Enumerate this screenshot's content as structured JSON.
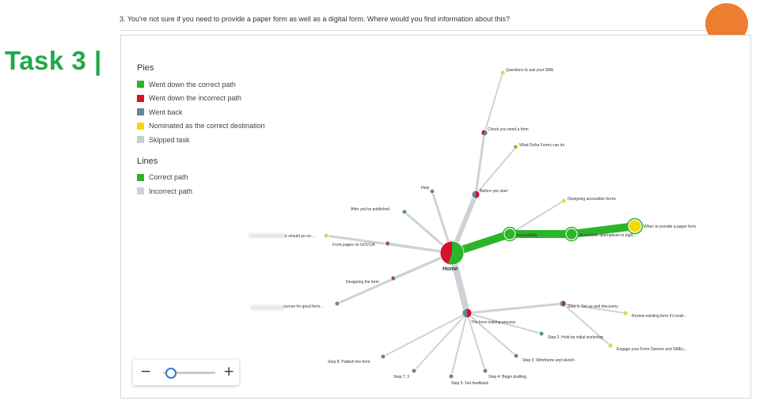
{
  "heading": "Task 3 |",
  "question": "3. You're not sure if you need to provide a paper form as well as a digital form. Where would you find information about this?",
  "legend": {
    "pies_title": "Pies",
    "pies": [
      {
        "label": "Went down the correct path",
        "color": "#2bb52b"
      },
      {
        "label": "Went down the incorrect path",
        "color": "#d4112e"
      },
      {
        "label": "Went back",
        "color": "#5f8a99"
      },
      {
        "label": "Nominated as the correct destination",
        "color": "#f5d800"
      },
      {
        "label": "Skipped task",
        "color": "#c7ccd3"
      }
    ],
    "lines_title": "Lines",
    "lines": [
      {
        "label": "Correct path",
        "color": "#2bb52b"
      },
      {
        "label": "Incorrect path",
        "color": "#cdd2d8"
      }
    ]
  },
  "nodes": {
    "home": "Home",
    "questions_sme": "Questions to ask your SME",
    "check_need_form": "Check you need a form",
    "what_defra": "What Defra Forms can do",
    "help": "Help",
    "before_start": "Before you start",
    "designing_accessible": "Designing accessible forms",
    "after_published": "After you've published",
    "accessibility": "Accessibility",
    "accessible_alternatives": "Accessible alternatives to digit...",
    "paper_form": "When to provide a paper form",
    "should_go_on": "e should go on ...",
    "form_pages_govuk": "Form pages on GOV.UK",
    "designing_form": "Designing the form",
    "sources_good_form": "ources for good form...",
    "form_making_process": "The form making process",
    "step1": "Step 1: Set up and discovery",
    "review_existing": "Review existing form if it exist...",
    "step2": "Step 2: Hold an initial workshop",
    "engage_owners": "Engage your Form Owners and SMEs...",
    "step3": "Step 3: Wireframe and sketch",
    "step4": "Step 4: Begin drafting",
    "step5": "Step 5: Get feedback",
    "step7": "Step 7: 3",
    "step8": "Step 8: Publish the form"
  },
  "zoom": {
    "minus": "−",
    "plus": "+",
    "level": 0.05
  }
}
